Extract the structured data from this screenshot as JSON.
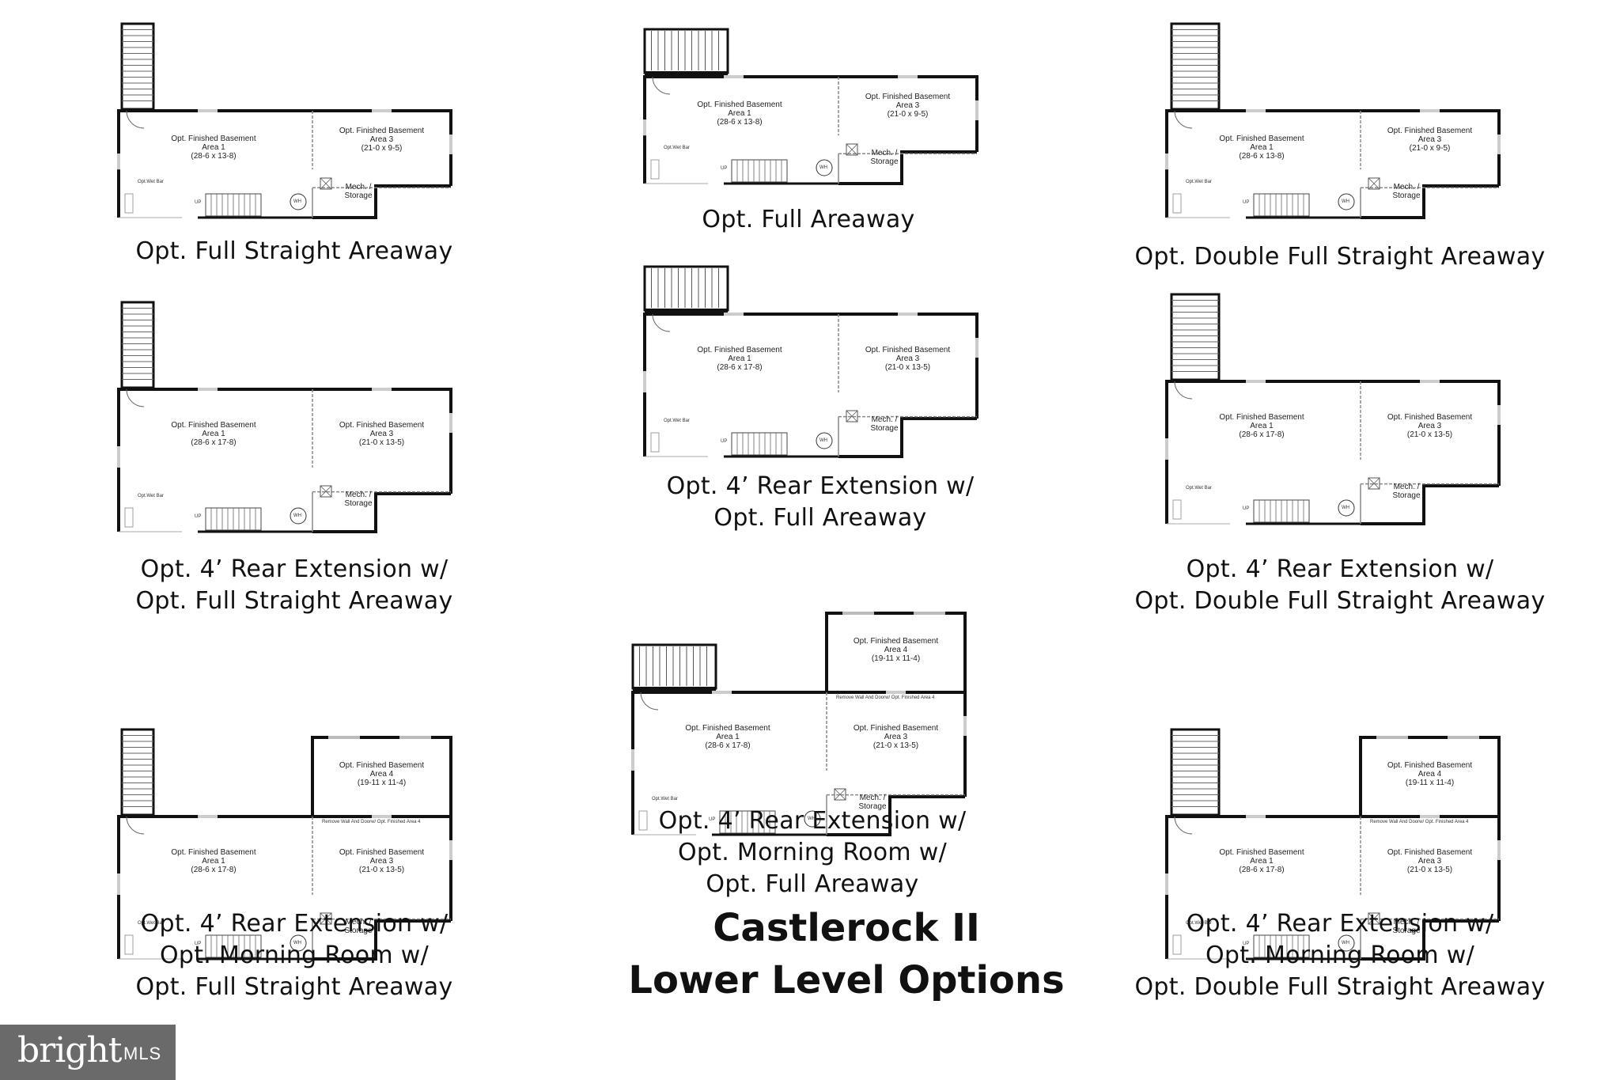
{
  "title": {
    "line1": "Castlerock II",
    "line2": "Lower Level Options"
  },
  "logo": {
    "name": "bright",
    "suffix": "MLS"
  },
  "plans": [
    {
      "caption": [
        "Opt. Full Straight Areaway"
      ],
      "rooms": {
        "area1": [
          "Opt. Finished Basement",
          "Area 1",
          "(28-6 x 13-8)"
        ],
        "area3": [
          "Opt. Finished Basement",
          "Area 3",
          "(21-0 x 9-5)"
        ],
        "mech": [
          "Mech. /",
          "Storage"
        ],
        "wetbar": [
          "Opt.",
          "Wet Bar"
        ],
        "wh": "WH",
        "up": "UP"
      }
    },
    {
      "caption": [
        "Opt. Full Areaway"
      ],
      "rooms": {
        "area1": [
          "Opt. Finished Basement",
          "Area 1",
          "(28-6 x 13-8)"
        ],
        "area3": [
          "Opt. Finished Basement",
          "Area 3",
          "(21-0 x 9-5)"
        ],
        "mech": [
          "Mech. /",
          "Storage"
        ],
        "wetbar": [
          "Opt.",
          "Wet Bar"
        ],
        "wh": "WH",
        "up": "UP"
      }
    },
    {
      "caption": [
        "Opt. Double Full Straight Areaway"
      ],
      "rooms": {
        "area1": [
          "Opt. Finished Basement",
          "Area 1",
          "(28-6 x 13-8)"
        ],
        "area3": [
          "Opt. Finished Basement",
          "Area 3",
          "(21-0 x 9-5)"
        ],
        "mech": [
          "Mech. /",
          "Storage"
        ],
        "wetbar": [
          "Opt.",
          "Wet Bar"
        ],
        "wh": "WH",
        "up": "UP"
      }
    },
    {
      "caption": [
        "Opt. 4’ Rear Extension w/",
        "Opt. Full Straight Areaway"
      ],
      "rooms": {
        "area1": [
          "Opt. Finished Basement",
          "Area 1",
          "(28-6 x 17-8)"
        ],
        "area3": [
          "Opt. Finished Basement",
          "Area 3",
          "(21-0 x 13-5)"
        ],
        "mech": [
          "Mech. /",
          "Storage"
        ],
        "wetbar": [
          "Opt.",
          "Wet Bar"
        ],
        "wh": "WH",
        "up": "UP"
      }
    },
    {
      "caption": [
        "Opt. 4’ Rear Extension w/",
        "Opt. Full Areaway"
      ],
      "rooms": {
        "area1": [
          "Opt. Finished Basement",
          "Area 1",
          "(28-6 x 17-8)"
        ],
        "area3": [
          "Opt. Finished Basement",
          "Area 3",
          "(21-0 x 13-5)"
        ],
        "mech": [
          "Mech. /",
          "Storage"
        ],
        "wetbar": [
          "Opt.",
          "Wet Bar"
        ],
        "wh": "WH",
        "up": "UP"
      }
    },
    {
      "caption": [
        "Opt. 4’ Rear Extension w/",
        "Opt. Double Full Straight Areaway"
      ],
      "rooms": {
        "area1": [
          "Opt. Finished Basement",
          "Area 1",
          "(28-6 x 17-8)"
        ],
        "area3": [
          "Opt. Finished Basement",
          "Area 3",
          "(21-0 x 13-5)"
        ],
        "mech": [
          "Mech. /",
          "Storage"
        ],
        "wetbar": [
          "Opt.",
          "Wet Bar"
        ],
        "wh": "WH",
        "up": "UP"
      }
    },
    {
      "caption": [
        "Opt. 4’ Rear Extension w/",
        "Opt. Morning Room w/",
        "Opt. Full Straight Areaway"
      ],
      "rooms": {
        "area1": [
          "Opt. Finished Basement",
          "Area 1",
          "(28-6 x 17-8)"
        ],
        "area3": [
          "Opt. Finished Basement",
          "Area 3",
          "(21-0 x 13-5)"
        ],
        "area4": [
          "Opt. Finished Basement",
          "Area 4",
          "(19-11 x 11-4)"
        ],
        "remove": [
          "Remove Wall And Door",
          "w/ Opt. Finished Area 4"
        ],
        "mech": [
          "Mech. /",
          "Storage"
        ],
        "wetbar": [
          "Opt.",
          "Wet Bar"
        ],
        "wh": "WH",
        "up": "UP"
      }
    },
    {
      "caption": [
        "Opt. 4’ Rear Extension w/",
        "Opt. Morning Room w/",
        "Opt. Full Areaway"
      ],
      "rooms": {
        "area1": [
          "Opt. Finished Basement",
          "Area 1",
          "(28-6 x 17-8)"
        ],
        "area3": [
          "Opt. Finished Basement",
          "Area 3",
          "(21-0 x 13-5)"
        ],
        "area4": [
          "Opt. Finished Basement",
          "Area 4",
          "(19-11 x 11-4)"
        ],
        "remove": [
          "Remove Wall And Door",
          "w/ Opt. Finished Area 4"
        ],
        "mech": [
          "Mech. /",
          "Storage"
        ],
        "wetbar": [
          "Opt.",
          "Wet Bar"
        ],
        "wh": "WH",
        "up": "UP"
      }
    },
    {
      "caption": [
        "Opt. 4’ Rear Extension w/",
        "Opt. Morning Room w/",
        "Opt. Double Full Straight Areaway"
      ],
      "rooms": {
        "area1": [
          "Opt. Finished Basement",
          "Area 1",
          "(28-6 x 17-8)"
        ],
        "area3": [
          "Opt. Finished Basement",
          "Area 3",
          "(21-0 x 13-5)"
        ],
        "area4": [
          "Opt. Finished Basement",
          "Area 4",
          "(19-11 x 11-4)"
        ],
        "remove": [
          "Remove Wall And Door",
          "w/ Opt. Finished Area 4"
        ],
        "mech": [
          "Mech. /",
          "Storage"
        ],
        "wetbar": [
          "Opt.",
          "Wet Bar"
        ],
        "wh": "WH",
        "up": "UP"
      }
    }
  ]
}
